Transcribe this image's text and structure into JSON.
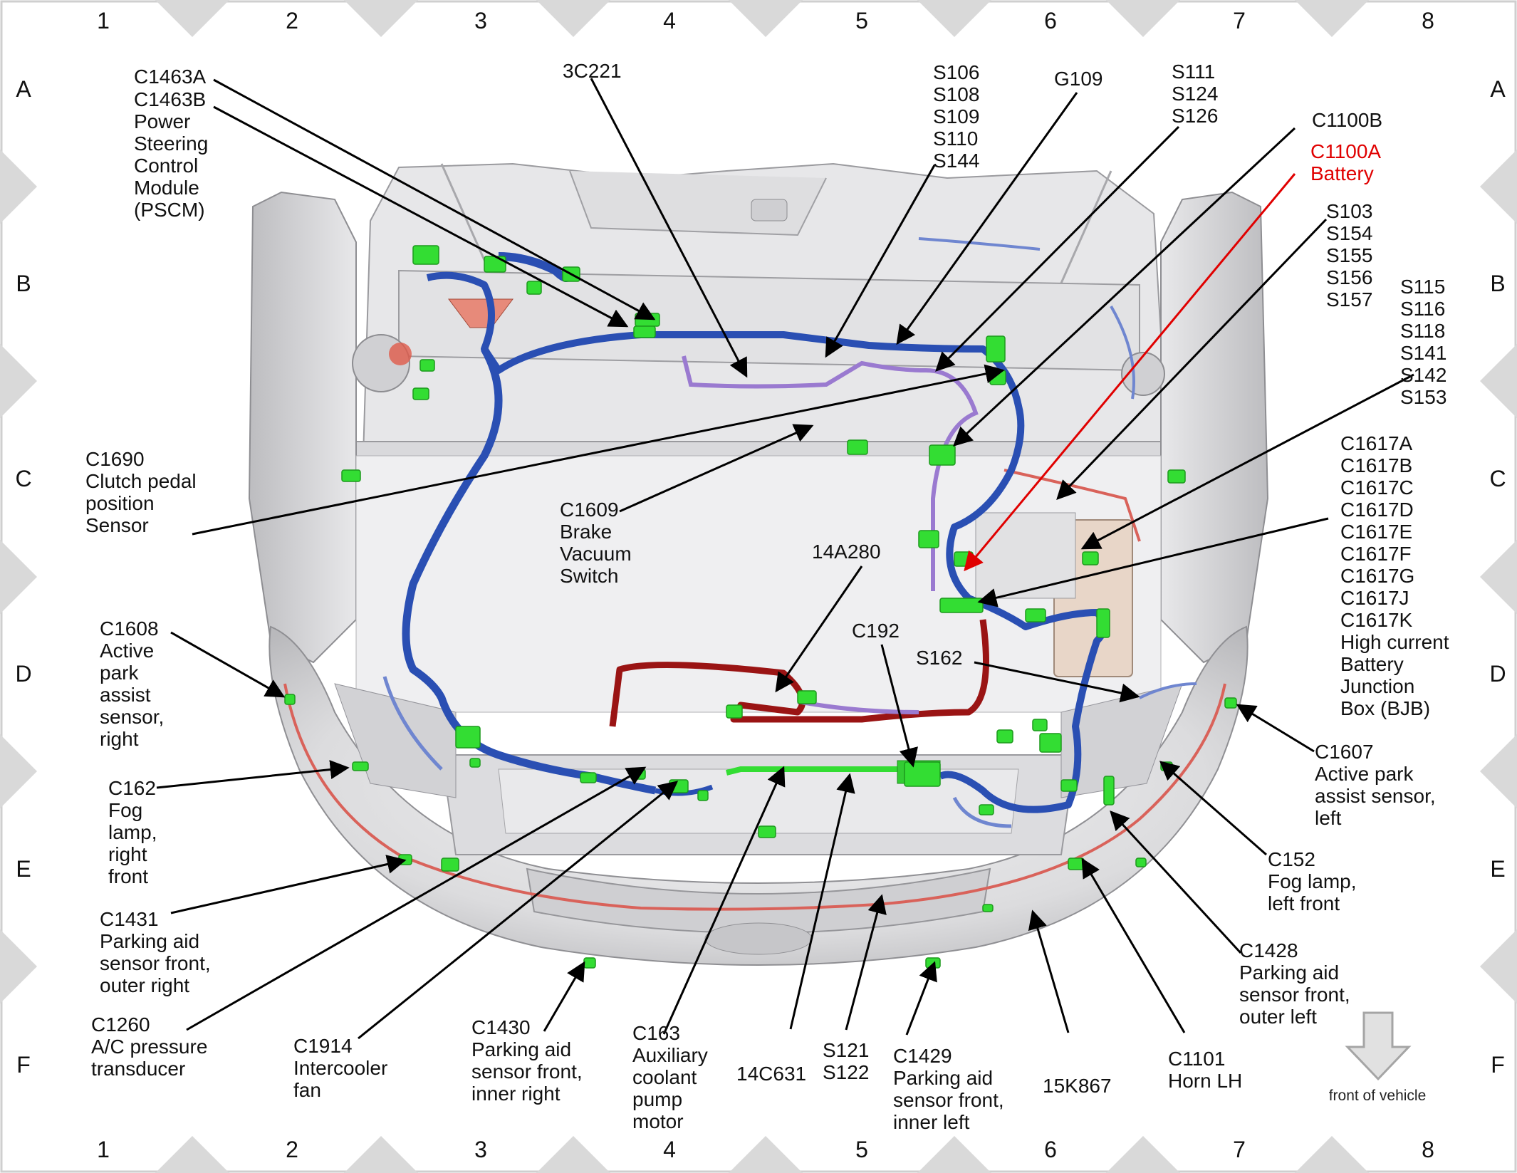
{
  "grid": {
    "columns": [
      "1",
      "2",
      "3",
      "4",
      "5",
      "6",
      "7",
      "8"
    ],
    "rows": [
      "A",
      "B",
      "C",
      "D",
      "E",
      "F"
    ]
  },
  "colors": {
    "harness_blue": "#2a4fb3",
    "harness_green": "#33dd33",
    "harness_red": "#9a1414",
    "harness_purple": "#9a7ad0",
    "highlight_red": "#e00000",
    "frame_diamond": "#d9d9d9",
    "vehicle_gray": "#d4d4d6"
  },
  "icons": {
    "front_arrow": "down-arrow-icon"
  },
  "front_label": "front of vehicle",
  "labels": [
    {
      "id": "c1463a",
      "lines": [
        "C1463A"
      ]
    },
    {
      "id": "c1463b",
      "lines": [
        "C1463B",
        "Power",
        "Steering",
        "Control",
        "Module",
        "(PSCM)"
      ]
    },
    {
      "id": "3c221",
      "lines": [
        "3C221"
      ]
    },
    {
      "id": "s106",
      "lines": [
        "S106",
        "S108",
        "S109",
        "S110",
        "S144"
      ]
    },
    {
      "id": "g109",
      "lines": [
        "G109"
      ]
    },
    {
      "id": "s111",
      "lines": [
        "S111",
        "S124",
        "S126"
      ]
    },
    {
      "id": "c1100b",
      "lines": [
        "C1100B"
      ]
    },
    {
      "id": "c1100a",
      "lines": [
        "C1100A",
        "Battery"
      ],
      "highlight": true
    },
    {
      "id": "s103",
      "lines": [
        "S103",
        "S154",
        "S155",
        "S156",
        "S157"
      ]
    },
    {
      "id": "s115",
      "lines": [
        "S115",
        "S116",
        "S118",
        "S141",
        "S142",
        "S153"
      ]
    },
    {
      "id": "c1617",
      "lines": [
        "C1617A",
        "C1617B",
        "C1617C",
        "C1617D",
        "C1617E",
        "C1617F",
        "C1617G",
        "C1617J",
        "C1617K",
        "High current",
        "Battery",
        "Junction",
        "Box (BJB)"
      ]
    },
    {
      "id": "c1690",
      "lines": [
        "C1690",
        "Clutch pedal",
        "position",
        "Sensor"
      ]
    },
    {
      "id": "c1609",
      "lines": [
        "C1609",
        "Brake",
        "Vacuum",
        "Switch"
      ]
    },
    {
      "id": "14a280",
      "lines": [
        "14A280"
      ]
    },
    {
      "id": "c192",
      "lines": [
        "C192"
      ]
    },
    {
      "id": "s162",
      "lines": [
        "S162"
      ]
    },
    {
      "id": "c1608",
      "lines": [
        "C1608",
        "Active",
        "park",
        "assist",
        "sensor,",
        "right"
      ]
    },
    {
      "id": "c162",
      "lines": [
        "C162",
        "Fog",
        "lamp,",
        "right",
        "front"
      ]
    },
    {
      "id": "c1607",
      "lines": [
        "C1607",
        "Active park",
        "assist sensor,",
        "left"
      ]
    },
    {
      "id": "c152",
      "lines": [
        "C152",
        "Fog lamp,",
        "left front"
      ]
    },
    {
      "id": "c1431",
      "lines": [
        "C1431",
        "Parking aid",
        "sensor front,",
        "outer right"
      ]
    },
    {
      "id": "c1428",
      "lines": [
        "C1428",
        "Parking aid",
        "sensor front,",
        "outer left"
      ]
    },
    {
      "id": "c1260",
      "lines": [
        "C1260",
        "A/C pressure",
        "transducer"
      ]
    },
    {
      "id": "c1914",
      "lines": [
        "C1914",
        "Intercooler",
        "fan"
      ]
    },
    {
      "id": "c1430",
      "lines": [
        "C1430",
        "Parking aid",
        "sensor front,",
        "inner right"
      ]
    },
    {
      "id": "c163",
      "lines": [
        "C163",
        "Auxiliary",
        "coolant",
        "pump",
        "motor"
      ]
    },
    {
      "id": "14c631",
      "lines": [
        "14C631"
      ]
    },
    {
      "id": "s121",
      "lines": [
        "S121",
        "S122"
      ]
    },
    {
      "id": "c1429",
      "lines": [
        "C1429",
        "Parking aid",
        "sensor front,",
        "inner left"
      ]
    },
    {
      "id": "15k867",
      "lines": [
        "15K867"
      ]
    },
    {
      "id": "c1101",
      "lines": [
        "C1101",
        "Horn LH"
      ]
    }
  ]
}
